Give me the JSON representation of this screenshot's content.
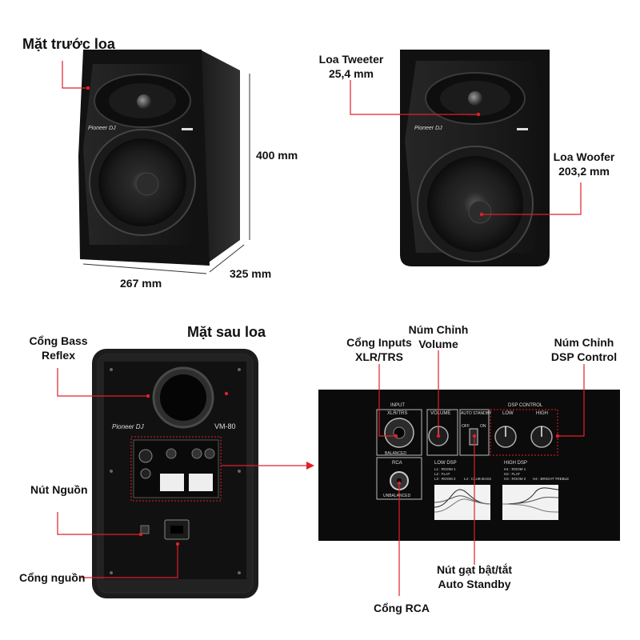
{
  "front": {
    "title": "Mặt trước loa",
    "height": "400 mm",
    "width": "267 mm",
    "depth": "325 mm",
    "tweeter": {
      "line1": "Loa Tweeter",
      "line2": "25,4 mm"
    },
    "woofer": {
      "line1": "Loa Woofer",
      "line2": "203,2 mm"
    },
    "brand": "Pioneer DJ"
  },
  "back": {
    "title": "Mặt sau loa",
    "bass_reflex": {
      "line1": "Cổng Bass",
      "line2": "Reflex"
    },
    "power_button": "Nút Nguồn",
    "power_port": "Cổng nguồn",
    "model": "VM-80",
    "brand": "Pioneer DJ"
  },
  "panel": {
    "inputs_label": {
      "line1": "Cổng Inputs",
      "line2": "XLR/TRS"
    },
    "volume_label": {
      "line1": "Núm Chỉnh",
      "line2": "Volume"
    },
    "dsp_label": {
      "line1": "Núm Chỉnh",
      "line2": "DSP Control"
    },
    "standby_label": {
      "line1": "Nút gạt bật/tắt",
      "line2": "Auto Standby"
    },
    "rca_label": "Cổng RCA",
    "input": "INPUT",
    "xlr_trs": "XLR/TRS",
    "balanced": "BALANCED",
    "rca": "RCA",
    "unbalanced": "UNBALANCED",
    "volume": "VOLUME",
    "auto_standby": "AUTO STANDBY",
    "off": "OFF",
    "on": "ON",
    "dsp_control": "DSP CONTROL",
    "low": "LOW",
    "high": "HIGH",
    "low_dsp": {
      "title": "LOW DSP",
      "items": [
        "L1 : ROOM 1",
        "L2 : FLAT",
        "L3 : ROOM 2",
        "L4 : CLUB BASS"
      ]
    },
    "high_dsp": {
      "title": "HIGH DSP",
      "items": [
        "H1 : ROOM 1",
        "H2 : FLAT",
        "H3 : ROOM 2",
        "H4 : BRIGHT TREBLE"
      ]
    }
  },
  "colors": {
    "accent": "#e0202a",
    "speaker": "#151515",
    "panel": "#0b0b0b"
  }
}
